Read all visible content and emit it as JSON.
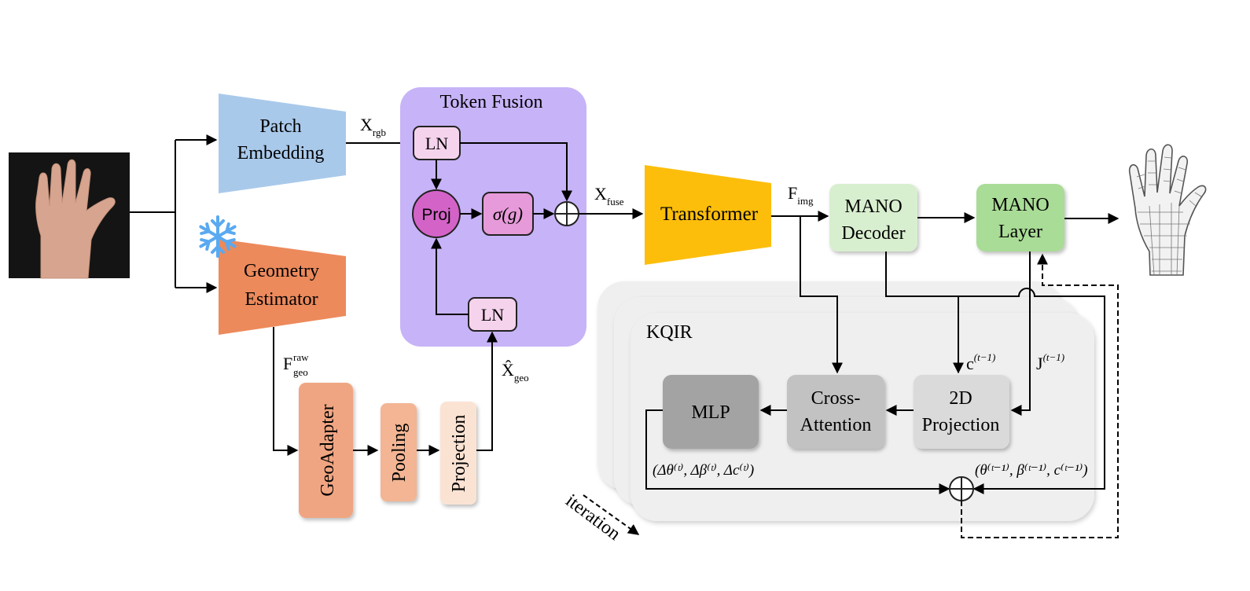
{
  "inputs": {
    "hand_photo": "input hand image",
    "hand_mesh": "output hand mesh"
  },
  "blocks": {
    "patch_embedding": [
      "Patch",
      "Embedding"
    ],
    "geometry_estimator": [
      "Geometry",
      "Estimator"
    ],
    "token_fusion": "Token Fusion",
    "ln": "LN",
    "proj": "Proj",
    "sigma_g": "σ(g)",
    "geoadapter": "GeoAdapter",
    "pooling": "Pooling",
    "projection": "Projection",
    "transformer": "Transformer",
    "mano_decoder": [
      "MANO",
      "Decoder"
    ],
    "mano_layer": [
      "MANO",
      "Layer"
    ],
    "kqir": "KQIR",
    "mlp": "MLP",
    "cross_attention": [
      "Cross-",
      "Attention"
    ],
    "projection_2d": [
      "2D",
      "Projection"
    ]
  },
  "labels": {
    "x_rgb": {
      "main": "X",
      "sub": "rgb"
    },
    "x_fuse": {
      "main": "X",
      "sub": "fuse"
    },
    "f_img": {
      "main": "F",
      "sub": "img"
    },
    "f_geo_raw": {
      "main": "F",
      "sub": "geo",
      "sup": "raw"
    },
    "x_geo_hat": {
      "main": "X̂",
      "sub": "geo"
    },
    "c_prev": {
      "main": "c",
      "sup": "(t−1)"
    },
    "j_prev": {
      "main": "J",
      "sup": "(t−1)"
    },
    "delta_params": "(Δθ⁽ᵗ⁾, Δβ⁽ᵗ⁾, Δc⁽ᵗ⁾)",
    "prev_params": "(θ⁽ᵗ⁻¹⁾, β⁽ᵗ⁻¹⁾, c⁽ᵗ⁻¹⁾)",
    "iteration": "iteration"
  },
  "colors": {
    "patch_embedding": "#a9c9ea",
    "geometry_estimator": "#ec8a5c",
    "token_fusion_bg": "#c7b3f7",
    "ln": "#f6d3ec",
    "proj": "#d463c8",
    "sigma": "#e79ad9",
    "geoadapter": "#f0a582",
    "pooling": "#f3b593",
    "projection": "#fbe3d4",
    "transformer": "#fdbe0b",
    "mano_decoder": "#d8efcf",
    "mano_layer": "#a9dc96",
    "kqir_bg": "#efefef",
    "mlp": "#a3a3a3",
    "cross_attention": "#c2c2c2",
    "projection_2d": "#dadada",
    "snowflake": "#5aa9f0"
  }
}
